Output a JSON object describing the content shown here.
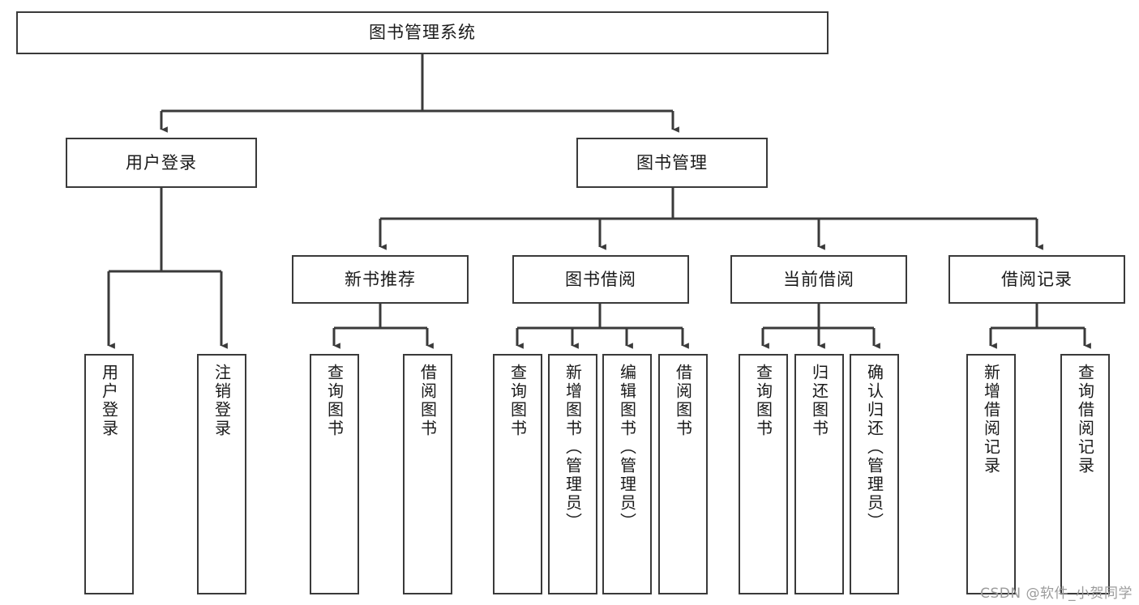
{
  "diagram": {
    "title": "图书管理系统",
    "root": {
      "label": "图书管理系统"
    },
    "level2": [
      {
        "label": "用户登录"
      },
      {
        "label": "图书管理"
      }
    ],
    "level3": [
      {
        "label": "新书推荐"
      },
      {
        "label": "图书借阅"
      },
      {
        "label": "当前借阅"
      },
      {
        "label": "借阅记录"
      }
    ],
    "leaves": {
      "user_login": [
        {
          "label": "用户登录"
        },
        {
          "label": "注销登录"
        }
      ],
      "new_book_recommend": [
        {
          "label": "查询图书"
        },
        {
          "label": "借阅图书"
        }
      ],
      "book_borrow": [
        {
          "label": "查询图书"
        },
        {
          "label": "新增图书（管理员）"
        },
        {
          "label": "编辑图书（管理员）"
        },
        {
          "label": "借阅图书"
        }
      ],
      "current_borrow": [
        {
          "label": "查询图书"
        },
        {
          "label": "归还图书"
        },
        {
          "label": "确认归还（管理员）"
        }
      ],
      "borrow_record": [
        {
          "label": "新增借阅记录"
        },
        {
          "label": "查询借阅记录"
        }
      ]
    },
    "watermark": "CSDN @软件_小贺同学",
    "colors": {
      "border": "#3a3a3a",
      "text": "#1a1a1a",
      "background": "#ffffff",
      "watermark": "#9b9b9b"
    }
  }
}
